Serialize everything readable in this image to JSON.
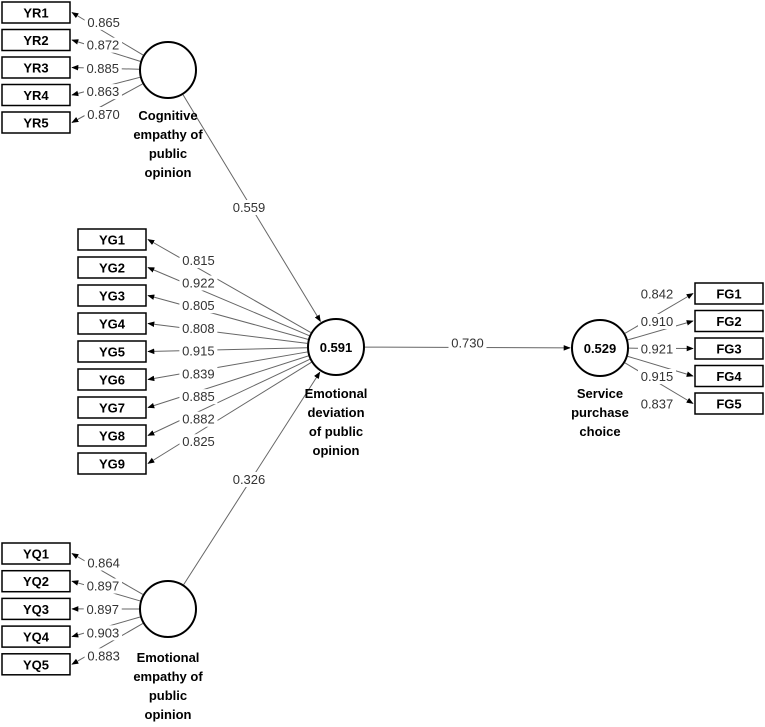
{
  "colors": {
    "stroke": "#000000",
    "link": "#666666",
    "text": "#333333",
    "background": "#ffffff"
  },
  "diagram": {
    "constructs": {
      "cognitive": {
        "label_lines": [
          "Cognitive",
          "empathy of",
          "public",
          "opinion"
        ],
        "r2": ""
      },
      "emotional_empathy": {
        "label_lines": [
          "Emotional",
          "empathy of",
          "public",
          "opinion"
        ],
        "r2": ""
      },
      "deviation": {
        "label_lines": [
          "Emotional",
          "deviation",
          "of public",
          "opinion"
        ],
        "r2": "0.591"
      },
      "service": {
        "label_lines": [
          "Service",
          "purchase",
          "choice"
        ],
        "r2": "0.529"
      }
    },
    "indicators": {
      "cognitive": [
        {
          "name": "YR1",
          "loading": "0.865"
        },
        {
          "name": "YR2",
          "loading": "0.872"
        },
        {
          "name": "YR3",
          "loading": "0.885"
        },
        {
          "name": "YR4",
          "loading": "0.863"
        },
        {
          "name": "YR5",
          "loading": "0.870"
        }
      ],
      "deviation": [
        {
          "name": "YG1",
          "loading": "0.815"
        },
        {
          "name": "YG2",
          "loading": "0.922"
        },
        {
          "name": "YG3",
          "loading": "0.805"
        },
        {
          "name": "YG4",
          "loading": "0.808"
        },
        {
          "name": "YG5",
          "loading": "0.915"
        },
        {
          "name": "YG6",
          "loading": "0.839"
        },
        {
          "name": "YG7",
          "loading": "0.885"
        },
        {
          "name": "YG8",
          "loading": "0.882"
        },
        {
          "name": "YG9",
          "loading": "0.825"
        }
      ],
      "emotional_empathy": [
        {
          "name": "YQ1",
          "loading": "0.864"
        },
        {
          "name": "YQ2",
          "loading": "0.897"
        },
        {
          "name": "YQ3",
          "loading": "0.897"
        },
        {
          "name": "YQ4",
          "loading": "0.903"
        },
        {
          "name": "YQ5",
          "loading": "0.883"
        }
      ],
      "service": [
        {
          "name": "FG1",
          "loading": "0.842"
        },
        {
          "name": "FG2",
          "loading": "0.910"
        },
        {
          "name": "FG3",
          "loading": "0.921"
        },
        {
          "name": "FG4",
          "loading": "0.915"
        },
        {
          "name": "FG5",
          "loading": "0.837"
        }
      ]
    },
    "paths": [
      {
        "from": "cognitive",
        "to": "deviation",
        "coefficient": "0.559"
      },
      {
        "from": "emotional_empathy",
        "to": "deviation",
        "coefficient": "0.326"
      },
      {
        "from": "deviation",
        "to": "service",
        "coefficient": "0.730"
      }
    ]
  }
}
